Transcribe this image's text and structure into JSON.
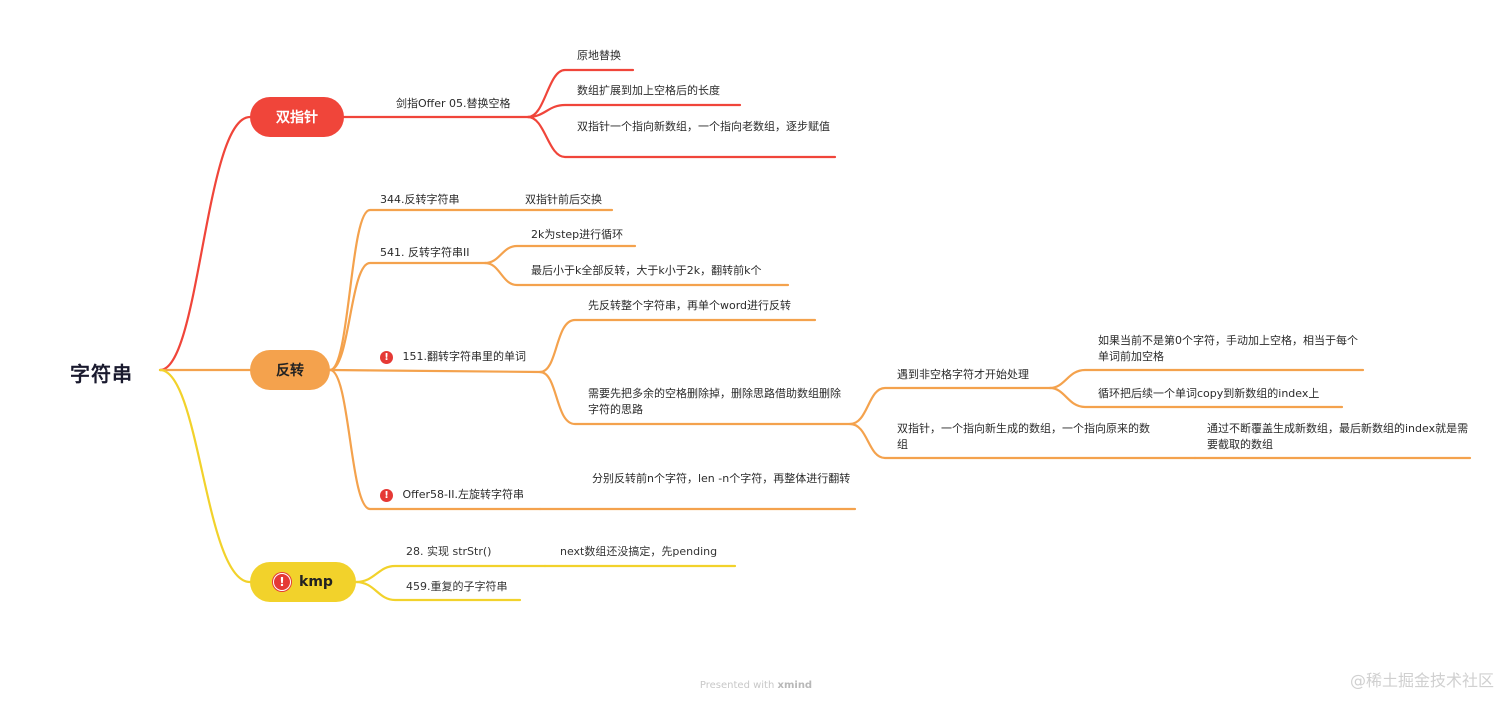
{
  "root": "字符串",
  "branches": {
    "two_pointer": {
      "label": "双指针",
      "problem": "剑指Offer 05.替换空格",
      "notes": [
        "原地替换",
        "数组扩展到加上空格后的长度",
        "双指针一个指向新数组，一个指向老数组，逐步赋值"
      ]
    },
    "reverse": {
      "label": "反转",
      "p344": {
        "label": "344.反转字符串",
        "note": "双指针前后交换"
      },
      "p541": {
        "label": "541. 反转字符串II",
        "notes": [
          "2k为step进行循环",
          "最后小于k全部反转，大于k小于2k，翻转前k个"
        ]
      },
      "p151": {
        "label": "151.翻转字符串里的单词",
        "note1": "先反转整个字符串，再单个word进行反转",
        "note2": "需要先把多余的空格删除掉，删除思路借助数组删除字符的思路",
        "sub1": {
          "label": "遇到非空格字符才开始处理",
          "notes": [
            "如果当前不是第0个字符，手动加上空格，相当于每个单词前加空格",
            "循环把后续一个单词copy到新数组的index上"
          ]
        },
        "sub2": {
          "label": "双指针，一个指向新生成的数组，一个指向原来的数组",
          "note": "通过不断覆盖生成新数组，最后新数组的index就是需要截取的数组"
        }
      },
      "offer58": {
        "label": "Offer58-II.左旋转字符串",
        "note": "分别反转前n个字符，len -n个字符，再整体进行翻转"
      }
    },
    "kmp": {
      "label": "kmp",
      "p28": {
        "label": "28. 实现 strStr()",
        "note": "next数组还没搞定，先pending"
      },
      "p459": {
        "label": "459.重复的子字符串"
      }
    }
  },
  "warn_symbol": "!",
  "footer": {
    "prefix": "Presented with",
    "brand": "xmind"
  },
  "watermark": "@稀土掘金技术社区",
  "colors": {
    "red": "#f0453a",
    "orange": "#f4a24d",
    "yellow": "#f2d22b"
  }
}
